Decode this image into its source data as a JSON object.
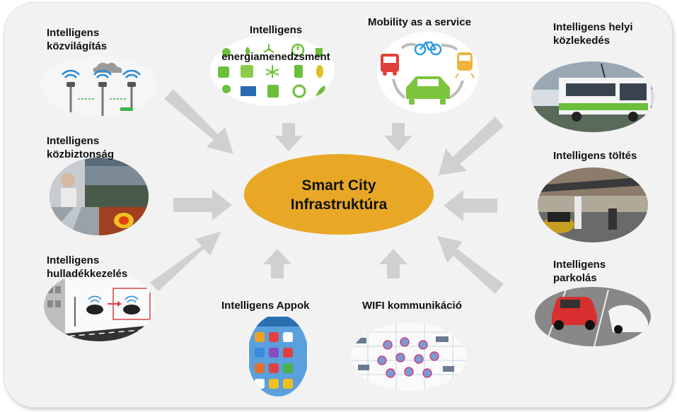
{
  "center": {
    "line1": "Smart City",
    "line2": "Infrastruktúra"
  },
  "nodes": {
    "kozvilagitas": "Intelligens\nközvilágítás",
    "kozbiztonsag": "Intelligens\nközbiztonság",
    "hulladek": "Intelligens\nhulladékkezelés",
    "energia_l1": "Intelligens",
    "energia_l2": "energiamenedzsment",
    "mobility": "Mobility as a service",
    "kozlekedes": "Intelligens helyi\nközlekedés",
    "toltes": "Intelligens töltés",
    "parkolas": "Intelligens\nparkolás",
    "appok": "Intelligens Appok",
    "wifi": "WIFI kommunikáció"
  },
  "colors": {
    "frame_bg": "#f2f2f2",
    "center_fill": "#e8a825",
    "arrow_fill": "#d0d0d0",
    "energy_green": "#6cbf3a",
    "mobility_red": "#e0403a",
    "mobility_blue": "#2a9be0",
    "mobility_yellow": "#f0b43c",
    "car_green": "#7cc43c"
  }
}
